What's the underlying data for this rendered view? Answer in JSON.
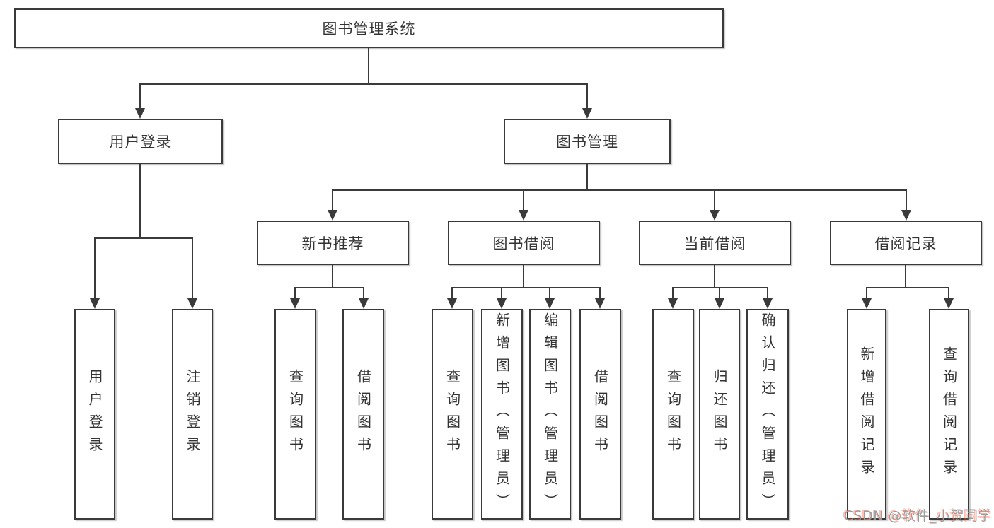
{
  "root": {
    "label": "图书管理系统"
  },
  "level2": {
    "user_login": "用户登录",
    "book_management": "图书管理"
  },
  "level3": {
    "new_book_recommend": "新书推荐",
    "book_borrow": "图书借阅",
    "current_borrow": "当前借阅",
    "borrow_record": "借阅记录"
  },
  "leaves": {
    "user_login": [
      "用户登录",
      "注销登录"
    ],
    "new_book_recommend": [
      "查询图书",
      "借阅图书"
    ],
    "book_borrow": [
      "查询图书",
      "新增图书（管理员）",
      "编辑图书（管理员）",
      "借阅图书"
    ],
    "current_borrow": [
      "查询图书",
      "归还图书",
      "确认归还（管理员）"
    ],
    "borrow_record": [
      "新增借阅记录",
      "查询借阅记录"
    ]
  },
  "watermark": {
    "text": "CSDN @软件_小贺同学"
  },
  "colors": {
    "line": "#3a3a3a",
    "box_border": "#3a3a3a",
    "text": "#333333",
    "background": "#ffffff",
    "watermark_gray": "#9c9c9c",
    "watermark_red": "#fc5531"
  }
}
